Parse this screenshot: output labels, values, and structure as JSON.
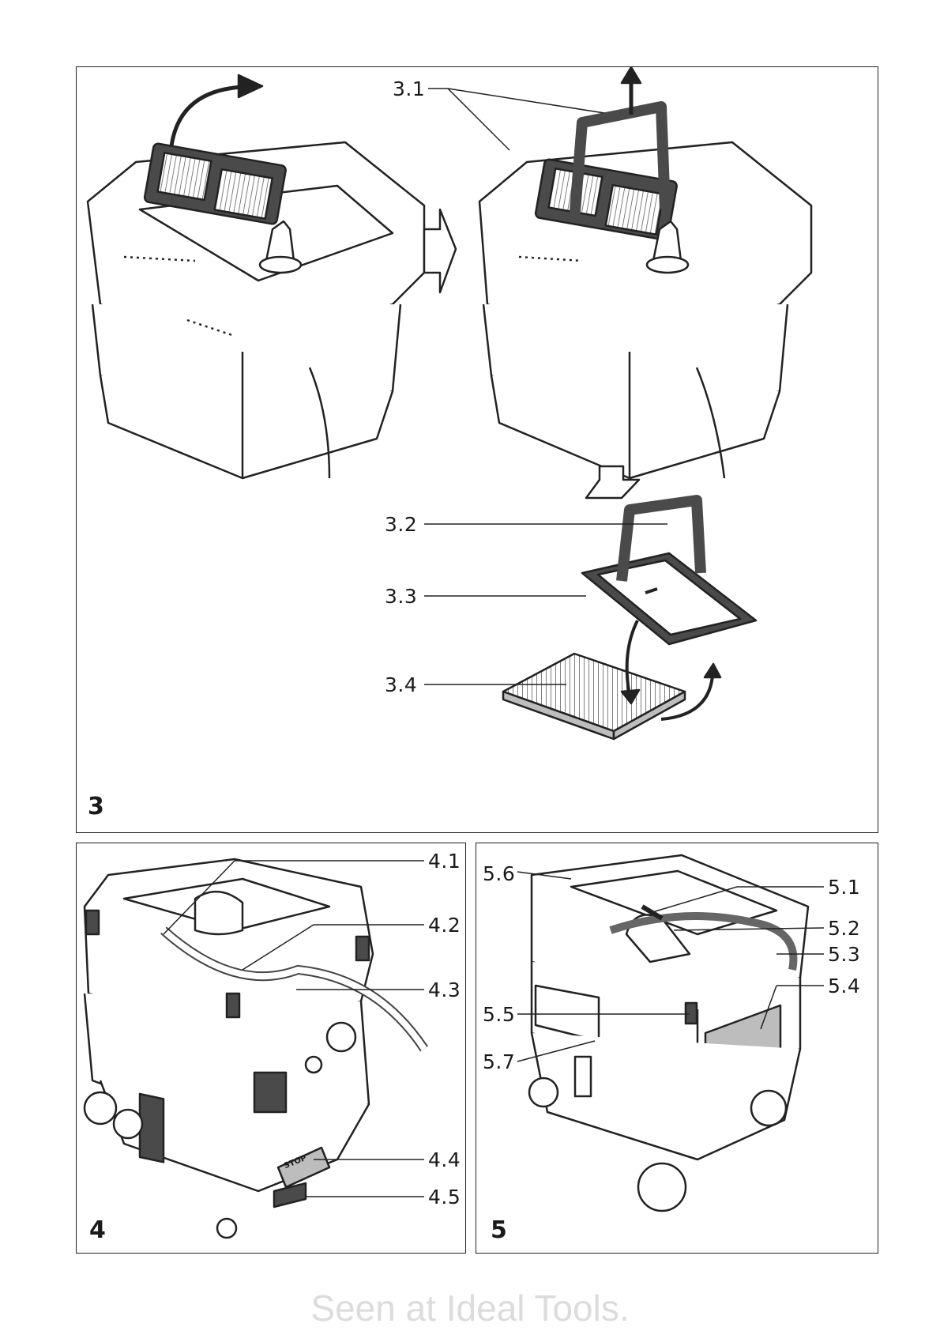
{
  "figure3": {
    "number": "3",
    "callouts": [
      "3.1",
      "3.2",
      "3.3",
      "3.4"
    ]
  },
  "figure4": {
    "number": "4",
    "callouts": [
      "4.1",
      "4.2",
      "4.3",
      "4.4",
      "4.5"
    ],
    "stop_label": "STOP"
  },
  "figure5": {
    "number": "5",
    "callouts": [
      "5.1",
      "5.2",
      "5.3",
      "5.4",
      "5.5",
      "5.6",
      "5.7"
    ]
  },
  "footer": "Seen at Ideal Tools.",
  "colors": {
    "line": "#222222",
    "filter_frame": "#4a4a4a",
    "shade": "#bdbdbd",
    "watermark": "#dcdcdc"
  }
}
